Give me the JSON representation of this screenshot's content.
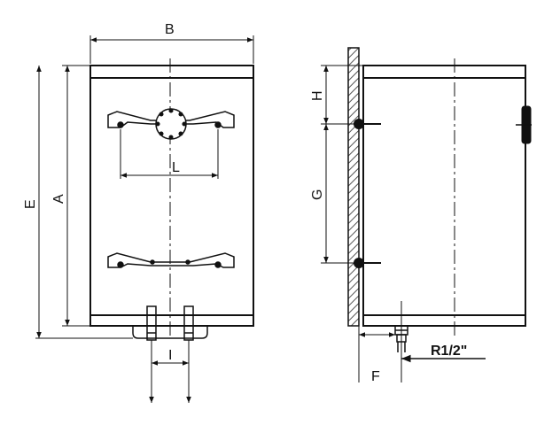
{
  "front_view": {
    "label_B": "B",
    "label_A": "A",
    "label_E": "E",
    "label_L": "L",
    "label_I": "I"
  },
  "side_view": {
    "label_H": "H",
    "label_G": "G",
    "label_F": "F",
    "label_R": "R1/2\""
  },
  "colors": {
    "line": "#111111",
    "hatch": "#555555",
    "background": "#ffffff"
  }
}
